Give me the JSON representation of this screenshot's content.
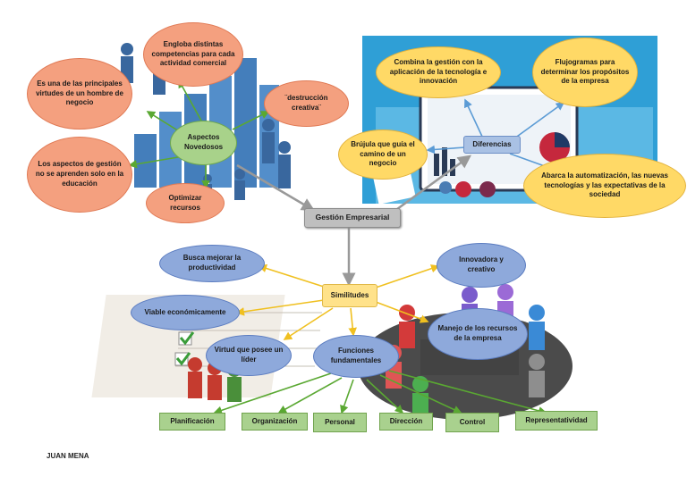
{
  "center": {
    "label": "Gestión Empresarial"
  },
  "aspectos": {
    "hub": "Aspectos Novedosos",
    "items": [
      "Engloba distintas competencias para cada actividad comercial",
      "Es una de las principales virtudes de un hombre de negocio",
      "¨destrucción creativa¨",
      "Los aspectos de gestión no se aprenden solo en la educación",
      "Optimizar recursos"
    ]
  },
  "diferencias": {
    "hub": "Diferencias",
    "items": [
      "Combina la gestión con la aplicación de la tecnología e innovación",
      "Flujogramas para determinar los propósitos de la empresa",
      "Brújula que guía el camino de un negocio",
      "Abarca la automatización, las nuevas tecnologías y las expectativas de la sociedad"
    ]
  },
  "similitudes": {
    "hub": "Similitudes",
    "items": [
      "Busca mejorar la productividad",
      "Innovadora y creativo",
      "Viable económicamente",
      "Manejo de los recursos de la empresa",
      "Virtud que posee un líder",
      "Funciones fundamentales"
    ]
  },
  "funciones": [
    "Planificación",
    "Organización",
    "Personal",
    "Dirección",
    "Control",
    "Representatividad"
  ],
  "author": "JUAN MENA",
  "colors": {
    "salmon": "#f4a07f",
    "green": "#a8d28a",
    "yellow": "#ffd966",
    "blue": "#8ea9db",
    "gray": "#bfbfbf",
    "box_green": "#a9d18e",
    "arrow_green": "#5aa832",
    "arrow_blue": "#5b9bd5",
    "arrow_yellow": "#f0c020"
  }
}
